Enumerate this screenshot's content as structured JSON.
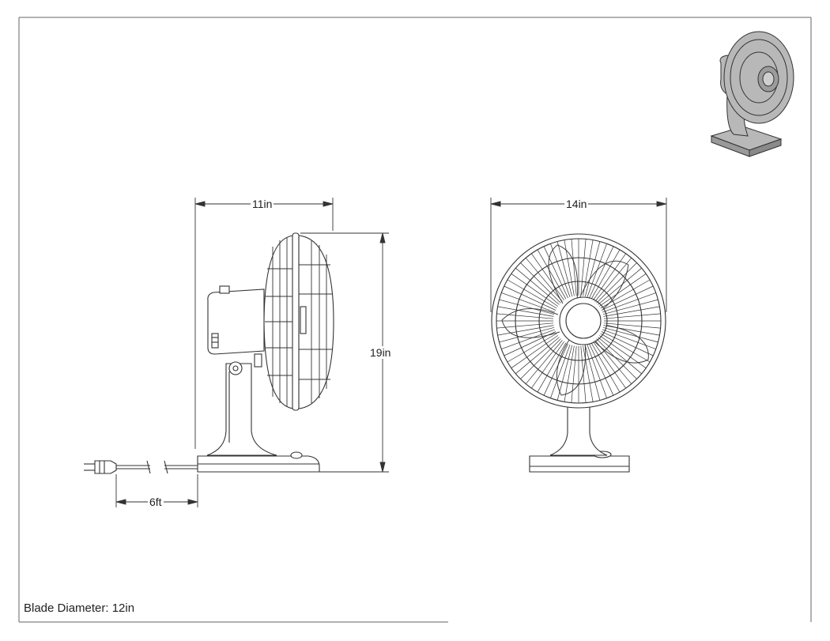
{
  "dimensions": {
    "side_depth": "11in",
    "height": "19in",
    "front_width": "14in",
    "cord_length": "6ft"
  },
  "note": "Blade Diameter: 12in",
  "colors": {
    "line": "#333333",
    "fill": "#ffffff",
    "iso_fill": "#b8b8b8"
  }
}
